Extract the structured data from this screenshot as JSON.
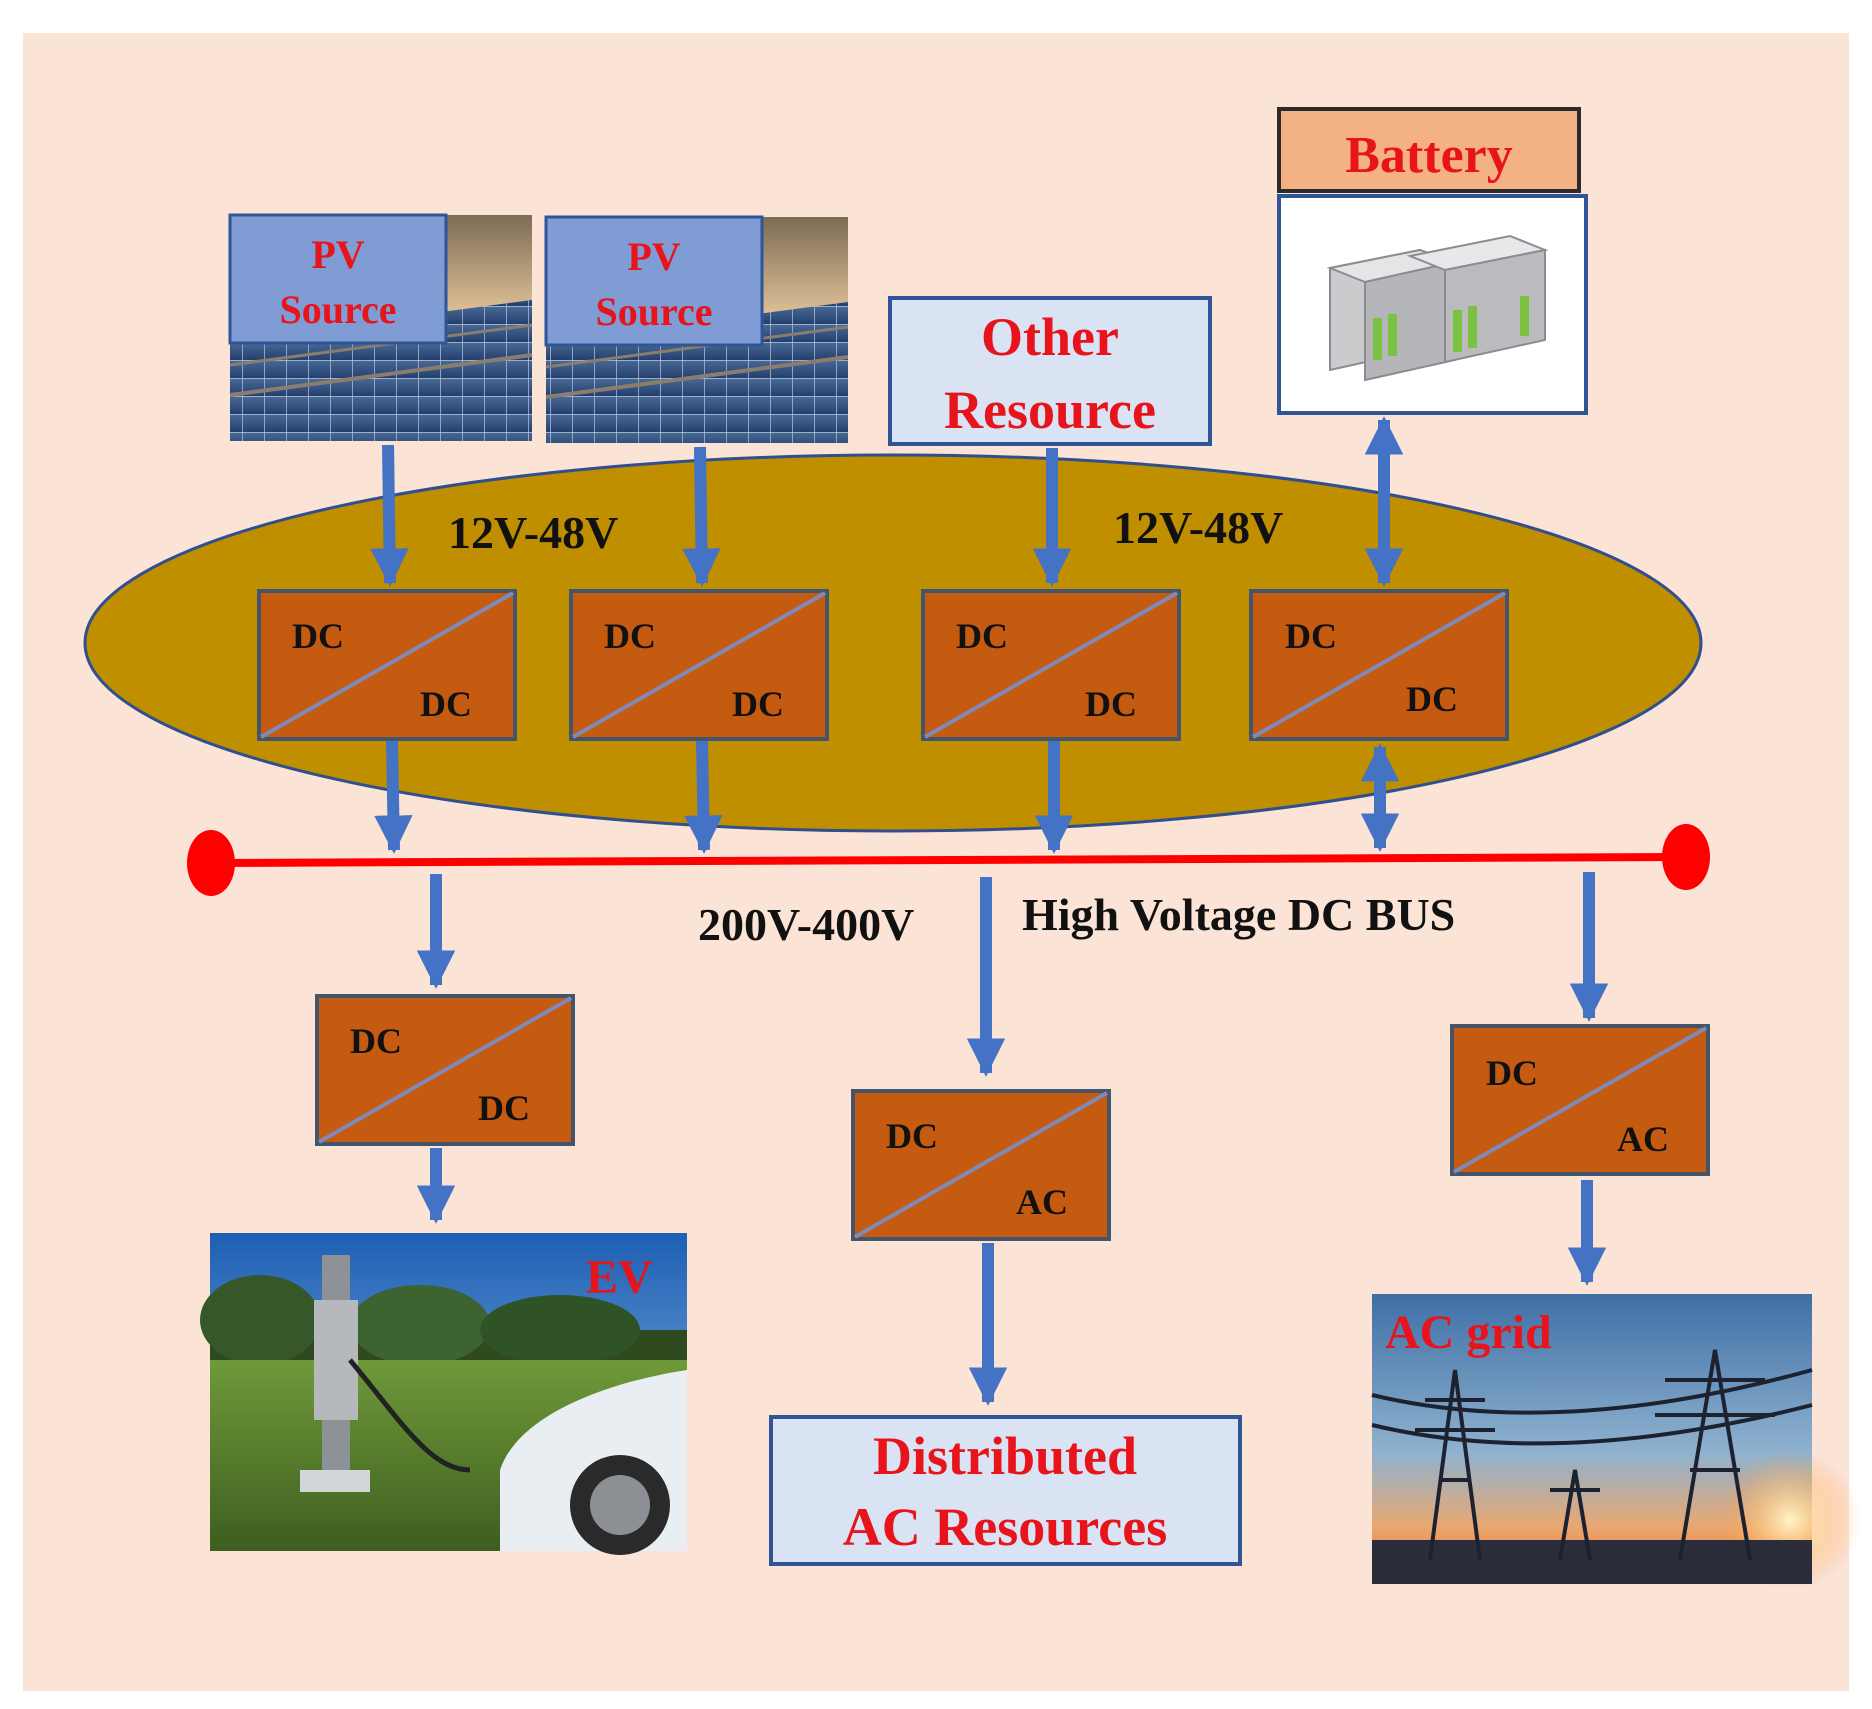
{
  "colors": {
    "page_bg": "#ffffff",
    "panel_bg": "#fbe3d6",
    "lv_bus_fill": "#bf8f00",
    "lv_bus_stroke": "#2f4f8f",
    "converter_fill": "#c55a11",
    "converter_stroke": "#44546a",
    "arrow": "#4472c4",
    "hv_bus": "#ff0000",
    "label_red": "#e8141b",
    "label_black": "#111111",
    "light_box_fill": "#dae3f3",
    "box_stroke": "#2f5597",
    "battery_header_fill": "#f4b183"
  },
  "icons": {
    "pv_image": "solar-panel-field-image",
    "battery_image": "battery-pack-image",
    "ev_image": "ev-charging-station-image",
    "grid_image": "transmission-tower-image"
  },
  "sources": {
    "pv1": {
      "line1": "PV",
      "line2": "Source"
    },
    "pv2": {
      "line1": "PV",
      "line2": "Source"
    },
    "other": {
      "line1": "Other",
      "line2": "Resource"
    },
    "battery": {
      "label": "Battery"
    }
  },
  "voltages": {
    "lv_left": "12V-48V",
    "lv_right": "12V-48V",
    "hv": "200V-400V"
  },
  "bus": {
    "label": "High Voltage DC BUS"
  },
  "converters": {
    "c1": {
      "in": "DC",
      "out": "DC"
    },
    "c2": {
      "in": "DC",
      "out": "DC"
    },
    "c3": {
      "in": "DC",
      "out": "DC"
    },
    "c4": {
      "in": "DC",
      "out": "DC"
    },
    "c5": {
      "in": "DC",
      "out": "DC"
    },
    "c6": {
      "in": "DC",
      "out": "AC"
    },
    "c7": {
      "in": "DC",
      "out": "AC"
    }
  },
  "loads": {
    "ev": {
      "label": "EV"
    },
    "distributed": {
      "line1": "Distributed",
      "line2": "AC Resources"
    },
    "grid": {
      "label": "AC grid"
    }
  }
}
